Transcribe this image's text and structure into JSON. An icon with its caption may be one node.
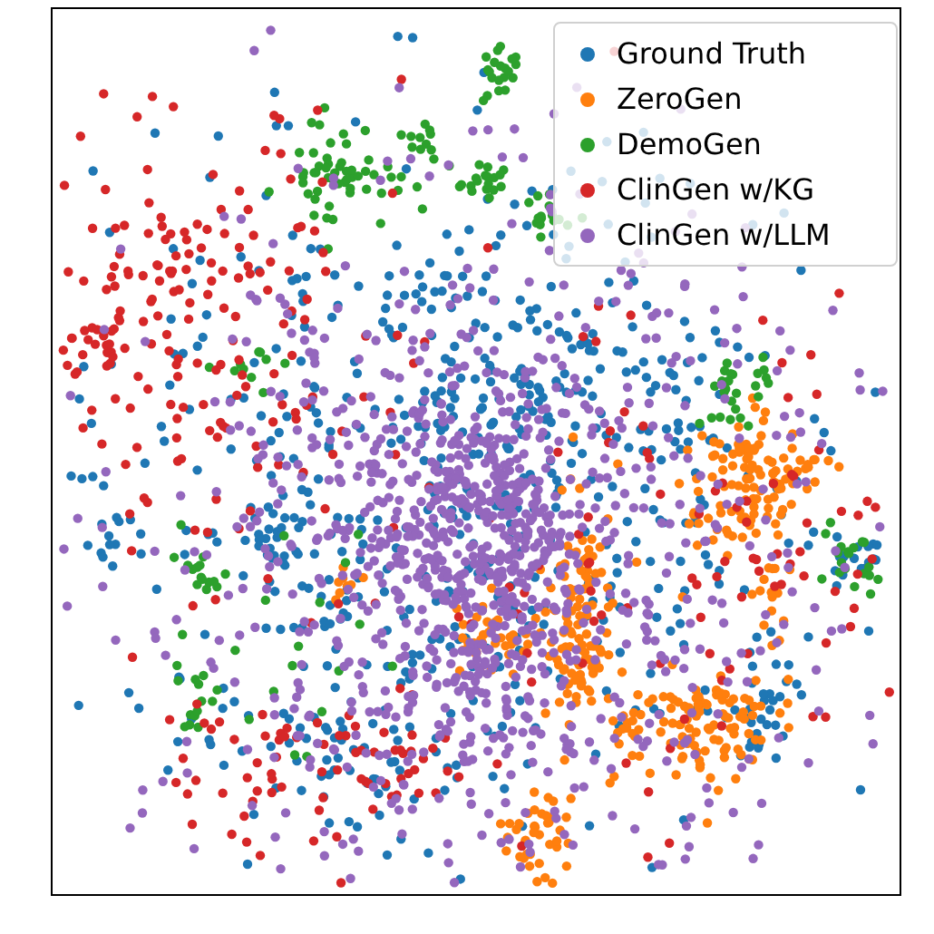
{
  "diagram": {
    "legend": [
      {
        "text": "Ground Truth",
        "color": "#1f77b4"
      },
      {
        "text": "ZeroGen",
        "color": "#ff7f0e"
      },
      {
        "text": "DemoGen",
        "color": "#2ca02c"
      },
      {
        "text": "ClinGen w/KG",
        "color": "#d62728"
      },
      {
        "text": "ClinGen w/LLM",
        "color": "#9467bd"
      }
    ]
  }
}
